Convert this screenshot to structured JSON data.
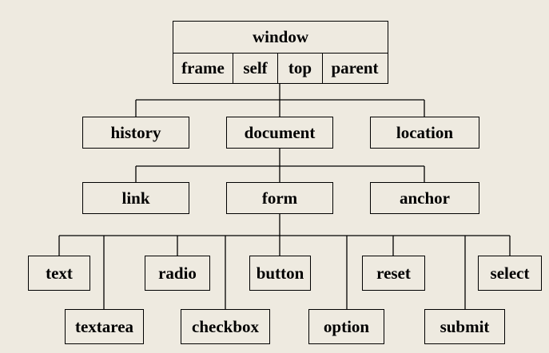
{
  "window": {
    "title": "window",
    "props": [
      "frame",
      "self",
      "top",
      "parent"
    ]
  },
  "level1": [
    "history",
    "document",
    "location"
  ],
  "level2": [
    "link",
    "form",
    "anchor"
  ],
  "form_children_upper": [
    "text",
    "radio",
    "button",
    "reset",
    "select"
  ],
  "form_children_lower": [
    "textarea",
    "checkbox",
    "option",
    "submit"
  ],
  "colors": {
    "background": "#EEEAE0",
    "line": "#000000"
  }
}
